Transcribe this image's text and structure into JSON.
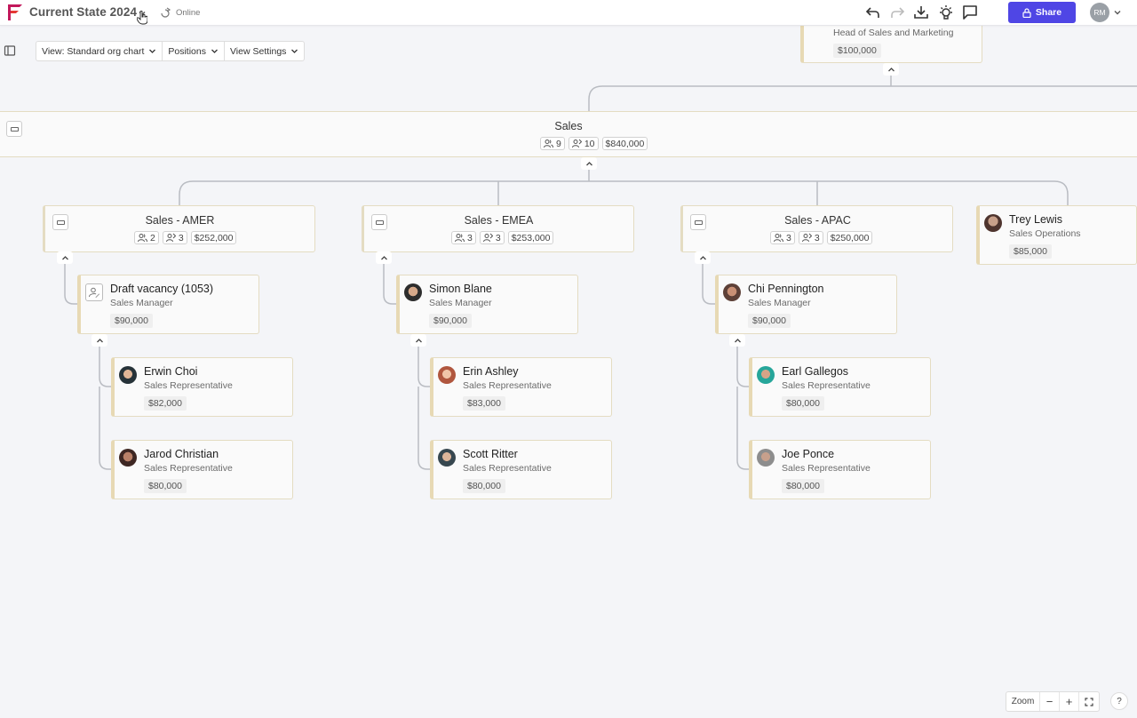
{
  "header": {
    "title": "Current State 2024",
    "status": "Online",
    "share_label": "Share",
    "user_initials": "RM",
    "brand_color": "#c2185b",
    "accent_color": "#4f46e5"
  },
  "toolbar": {
    "view_label": "View: Standard org chart",
    "positions_label": "Positions",
    "settings_label": "View Settings"
  },
  "top_card": {
    "role": "Head of Sales and Marketing",
    "salary": "$100,000"
  },
  "sales": {
    "title": "Sales",
    "people": "9",
    "positions": "10",
    "budget": "$840,000"
  },
  "departments": [
    {
      "title": "Sales - AMER",
      "people": "2",
      "positions": "3",
      "budget": "$252,000"
    },
    {
      "title": "Sales - EMEA",
      "people": "3",
      "positions": "3",
      "budget": "$253,000"
    },
    {
      "title": "Sales - APAC",
      "people": "3",
      "positions": "3",
      "budget": "$250,000"
    }
  ],
  "people": [
    {
      "name": "Trey Lewis",
      "role": "Sales Operations",
      "salary": "$85,000"
    },
    {
      "name": "Draft vacancy (1053)",
      "role": "Sales Manager",
      "salary": "$90,000"
    },
    {
      "name": "Erwin Choi",
      "role": "Sales Representative",
      "salary": "$82,000"
    },
    {
      "name": "Jarod Christian",
      "role": "Sales Representative",
      "salary": "$80,000"
    },
    {
      "name": "Simon Blane",
      "role": "Sales Manager",
      "salary": "$90,000"
    },
    {
      "name": "Erin Ashley",
      "role": "Sales Representative",
      "salary": "$83,000"
    },
    {
      "name": "Scott Ritter",
      "role": "Sales Representative",
      "salary": "$80,000"
    },
    {
      "name": "Chi Pennington",
      "role": "Sales Manager",
      "salary": "$90,000"
    },
    {
      "name": "Earl Gallegos",
      "role": "Sales Representative",
      "salary": "$80,000"
    },
    {
      "name": "Joe Ponce",
      "role": "Sales Representative",
      "salary": "$80,000"
    }
  ],
  "zoom": {
    "label": "Zoom",
    "minus": "−",
    "plus": "+"
  },
  "help_label": "?"
}
